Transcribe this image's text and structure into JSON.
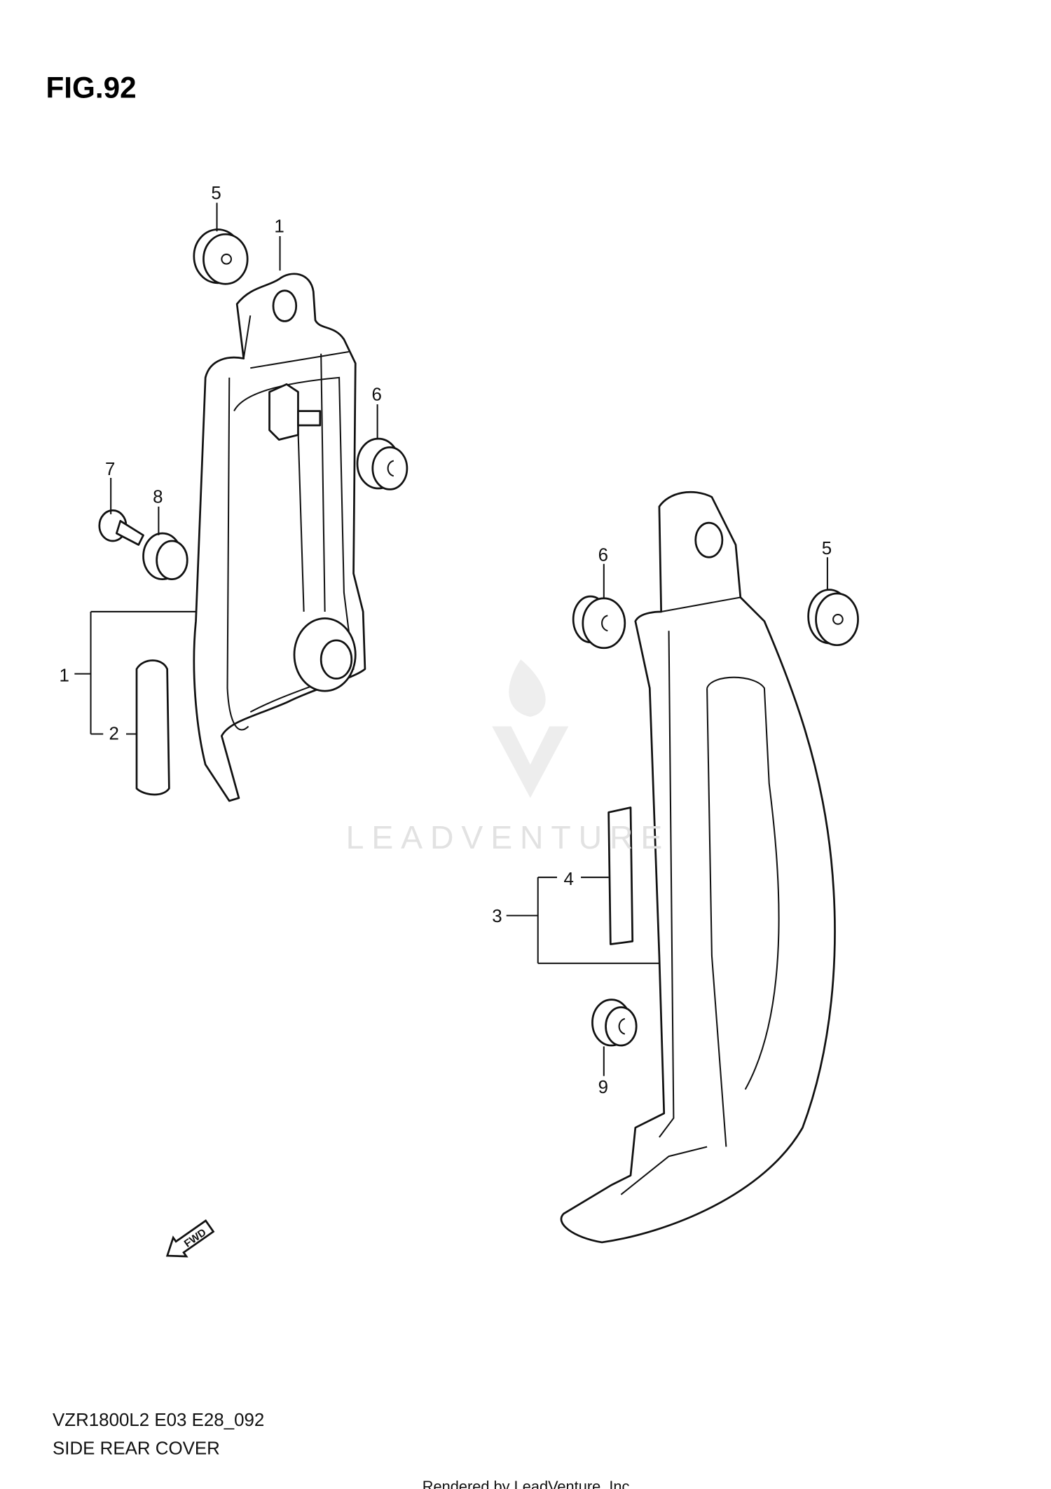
{
  "figure_title": "FIG.92",
  "model_code": "VZR1800L2 E03 E28_092",
  "section_title": "SIDE REAR COVER",
  "credit": "Rendered by LeadVenture, Inc.",
  "watermark": "LEADVENTURE",
  "forward_indicator": "FWD",
  "callouts_left": [
    "5",
    "1",
    "6",
    "7",
    "8",
    "1",
    "2"
  ],
  "callouts_right": [
    "6",
    "5",
    "4",
    "3",
    "9"
  ]
}
